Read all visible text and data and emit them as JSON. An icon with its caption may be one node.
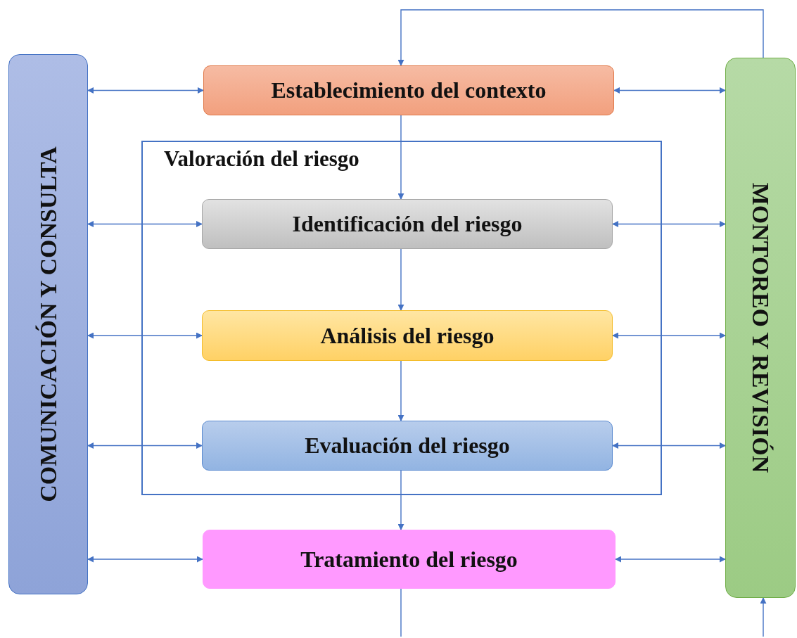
{
  "diagram": {
    "nodes": [
      {
        "text": [
          "COMUNICACIÓN Y CONSULTA"
        ]
      },
      {
        "text": [
          "Establecimiento del contexto"
        ]
      },
      {
        "text": [
          "Valoración del riesgo"
        ]
      },
      {
        "text": [
          "Identificación del riesgo"
        ],
        "in": 2
      },
      {
        "text": [
          "Análisis del riesgo"
        ],
        "in": 2
      },
      {
        "text": [
          "Evaluación del riesgo"
        ],
        "in": 2
      },
      {
        "text": [
          "Tratamiento del riesgo"
        ]
      },
      {
        "text": [
          "MONTOREO Y REVISIÓN"
        ]
      }
    ],
    "edges": [
      {
        "from": 7,
        "to": 1,
        "arrow": "to"
      },
      {
        "from": 0,
        "to": 1,
        "arrow": "both"
      },
      {
        "from": 1,
        "to": 7,
        "arrow": "both"
      },
      {
        "from": 1,
        "to": 3,
        "arrow": "to"
      },
      {
        "from": 0,
        "to": 3,
        "arrow": "both"
      },
      {
        "from": 3,
        "to": 7,
        "arrow": "both"
      },
      {
        "from": 3,
        "to": 4,
        "arrow": "to"
      },
      {
        "from": 0,
        "to": 4,
        "arrow": "both"
      },
      {
        "from": 4,
        "to": 7,
        "arrow": "both"
      },
      {
        "from": 4,
        "to": 5,
        "arrow": "to"
      },
      {
        "from": 0,
        "to": 5,
        "arrow": "both"
      },
      {
        "from": 5,
        "to": 7,
        "arrow": "both"
      },
      {
        "from": 5,
        "to": 6,
        "arrow": "to"
      },
      {
        "from": 0,
        "to": 6,
        "arrow": "both"
      },
      {
        "from": 6,
        "to": 7,
        "arrow": "both"
      },
      {
        "from": 6,
        "to": null,
        "arrow": "none"
      },
      {
        "from": null,
        "to": 7,
        "arrow": "to"
      }
    ]
  }
}
